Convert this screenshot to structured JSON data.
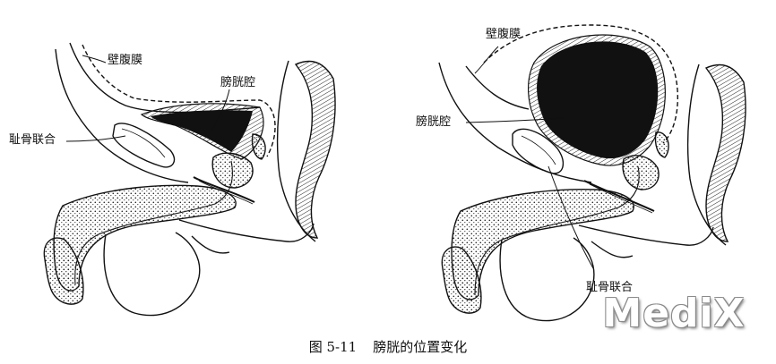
{
  "figure": {
    "number": "图 5-11",
    "title": "膀胱的位置变化"
  },
  "left_diagram": {
    "labels": {
      "peritoneum": "壁腹膜",
      "bladder_cavity": "膀胱腔",
      "pubic_symphysis": "耻骨联合"
    }
  },
  "right_diagram": {
    "labels": {
      "peritoneum": "壁腹膜",
      "bladder_cavity": "膀胱腔",
      "pubic_symphysis": "耻骨联合"
    }
  },
  "watermark": {
    "text": "MediX"
  }
}
